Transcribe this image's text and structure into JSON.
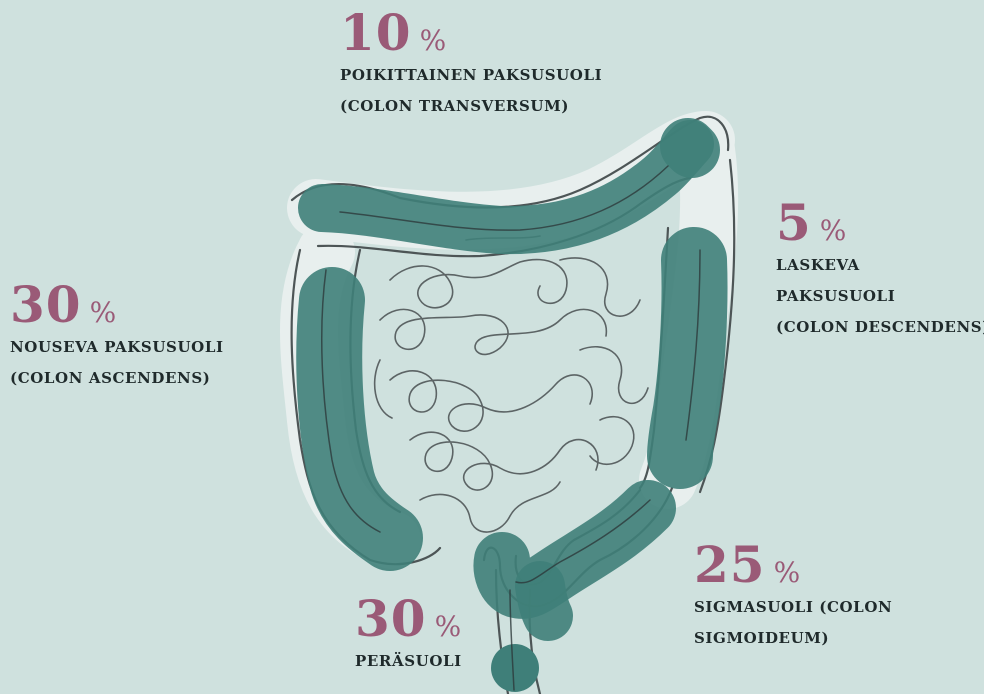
{
  "segments": [
    {
      "id": "transverse",
      "percent": "10",
      "unit": "%",
      "lines": [
        "POIKITTAINEN PAKSUSUOLI",
        "(COLON TRANSVERSUM)"
      ]
    },
    {
      "id": "descending",
      "percent": "5",
      "unit": "%",
      "lines": [
        "LASKEVA",
        "PAKSUSUOLI",
        "(COLON DESCENDENS)"
      ]
    },
    {
      "id": "ascending",
      "percent": "30",
      "unit": "%",
      "lines": [
        "NOUSEVA PAKSUSUOLI",
        "(COLON ASCENDENS)"
      ]
    },
    {
      "id": "sigmoid",
      "percent": "25",
      "unit": "%",
      "lines": [
        "SIGMASUOLI (COLON",
        "SIGMOIDEUM)"
      ]
    },
    {
      "id": "rectum",
      "percent": "30",
      "unit": "%",
      "lines": [
        "PERÄSUOLI"
      ]
    }
  ],
  "colors": {
    "background": "#cfe1de",
    "highlight": "#3f7f79",
    "percent": "#9a5a77",
    "text": "#1f2a2b",
    "sketch": "#4d5556"
  }
}
